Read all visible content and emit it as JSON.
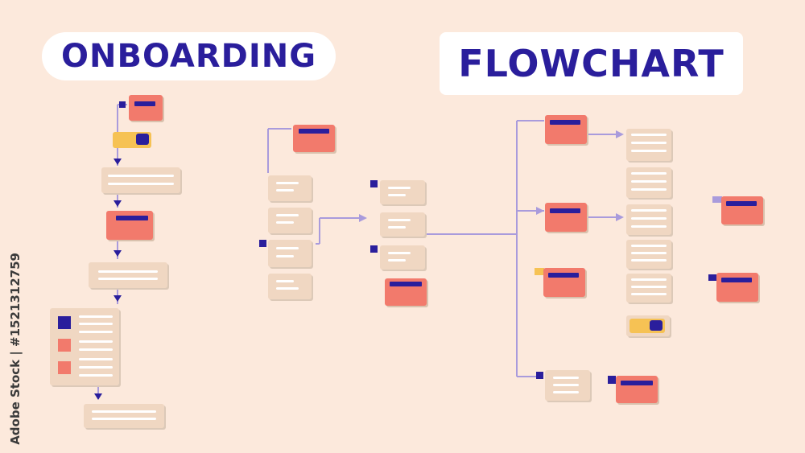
{
  "titles": {
    "left": "ONBOARDING",
    "right": "FLOWCHART"
  },
  "credit": "Adobe Stock | #1521312759",
  "colors": {
    "background": "#fce9dc",
    "navy": "#2a1e9c",
    "coral": "#f27a6c",
    "beige_card": "#f0d7c2",
    "wire": "#a99bdc",
    "yellow": "#f6c254"
  }
}
